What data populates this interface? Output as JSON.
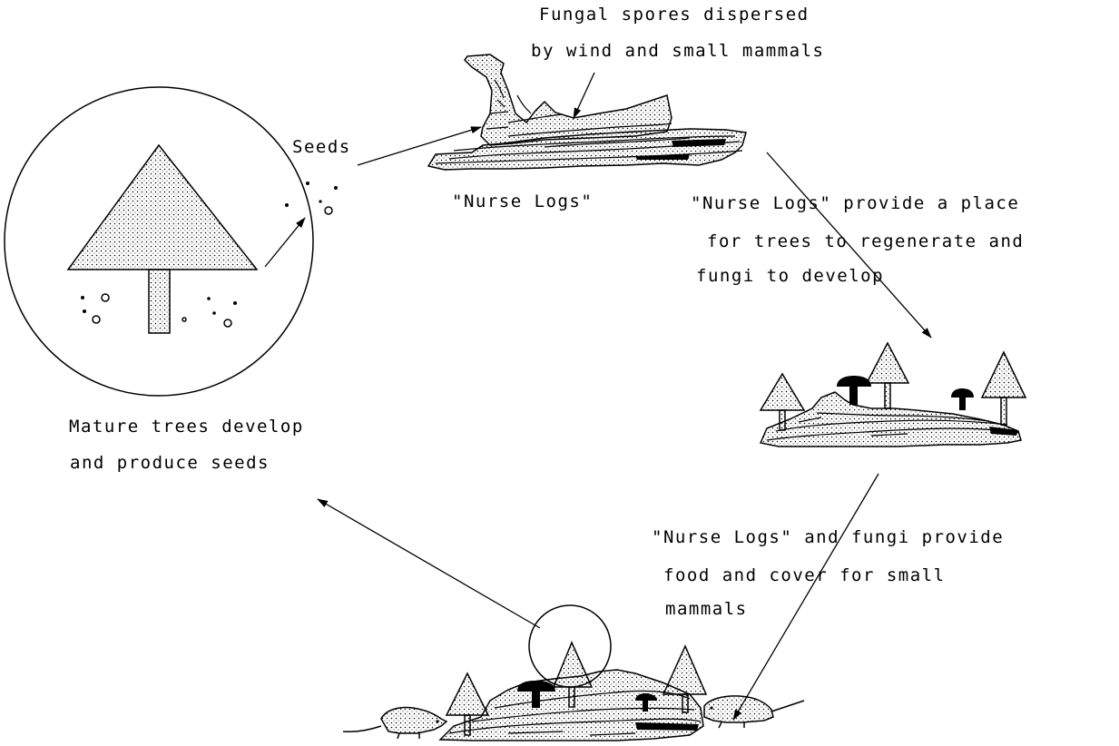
{
  "labels": {
    "fungal_spores": [
      "Fungal spores dispersed",
      "by wind and small mammals"
    ],
    "seeds": "Seeds",
    "nurse_logs": "\"Nurse Logs\"",
    "nurse_logs_provide": [
      "\"Nurse Logs\" provide a place",
      "for trees to regenerate and",
      "fungi to develop"
    ],
    "mature_trees": [
      "Mature trees develop",
      "and produce seeds"
    ],
    "food_cover": [
      "\"Nurse Logs\" and fungi provide",
      "food and cover for small",
      "mammals"
    ]
  },
  "icons": [
    "tree-icon",
    "seed-icon",
    "nurse-log-icon",
    "mushroom-icon",
    "small-mammal-icon",
    "arrow-icon"
  ],
  "colors": {
    "ink": "#000000",
    "background": "#ffffff"
  }
}
